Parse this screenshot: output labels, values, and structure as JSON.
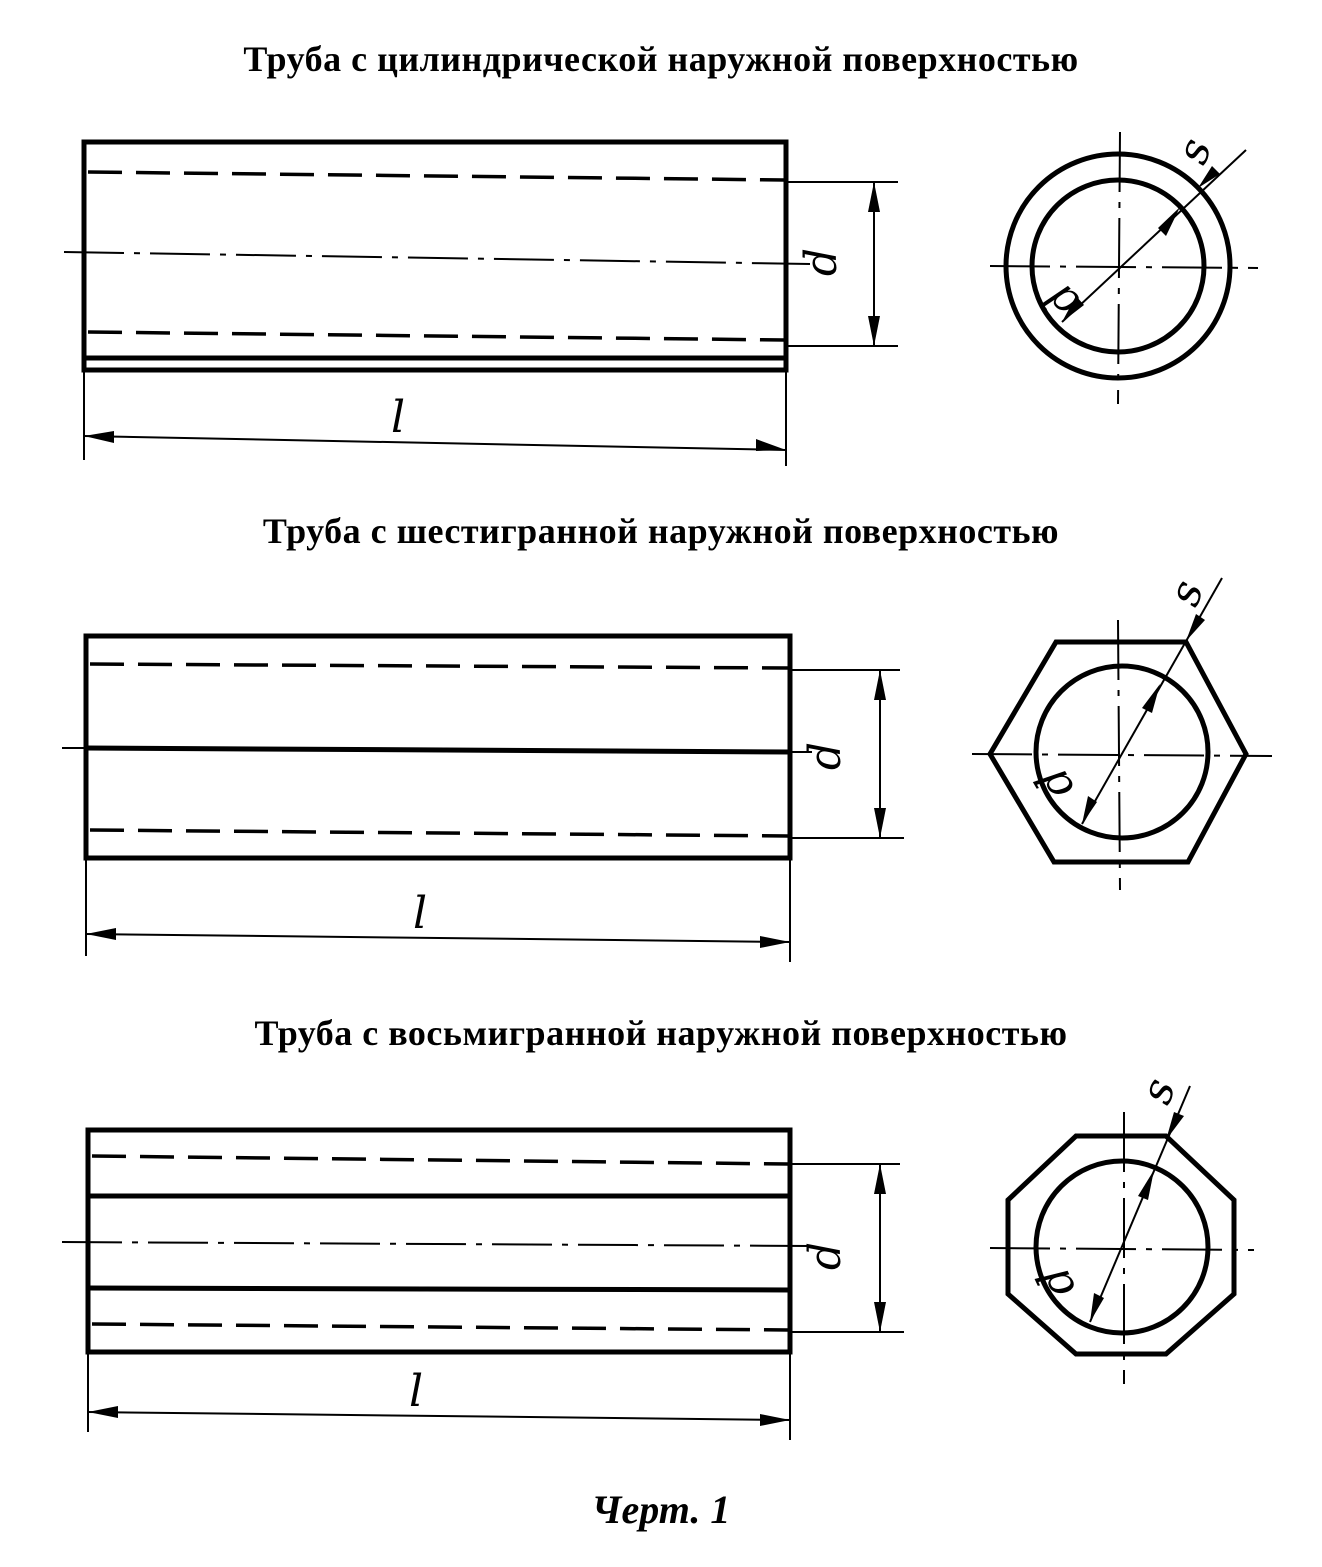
{
  "titles": {
    "cylindrical": "Труба с цилиндрической наружной поверхностью",
    "hexagonal": "Труба с шестигранной наружной поверхностью",
    "octagonal": "Труба с восьмигранной наружной поверхностью"
  },
  "labels": {
    "length": "l",
    "inner_diameter": "d",
    "outer_size": "s"
  },
  "caption": "Черт. 1"
}
